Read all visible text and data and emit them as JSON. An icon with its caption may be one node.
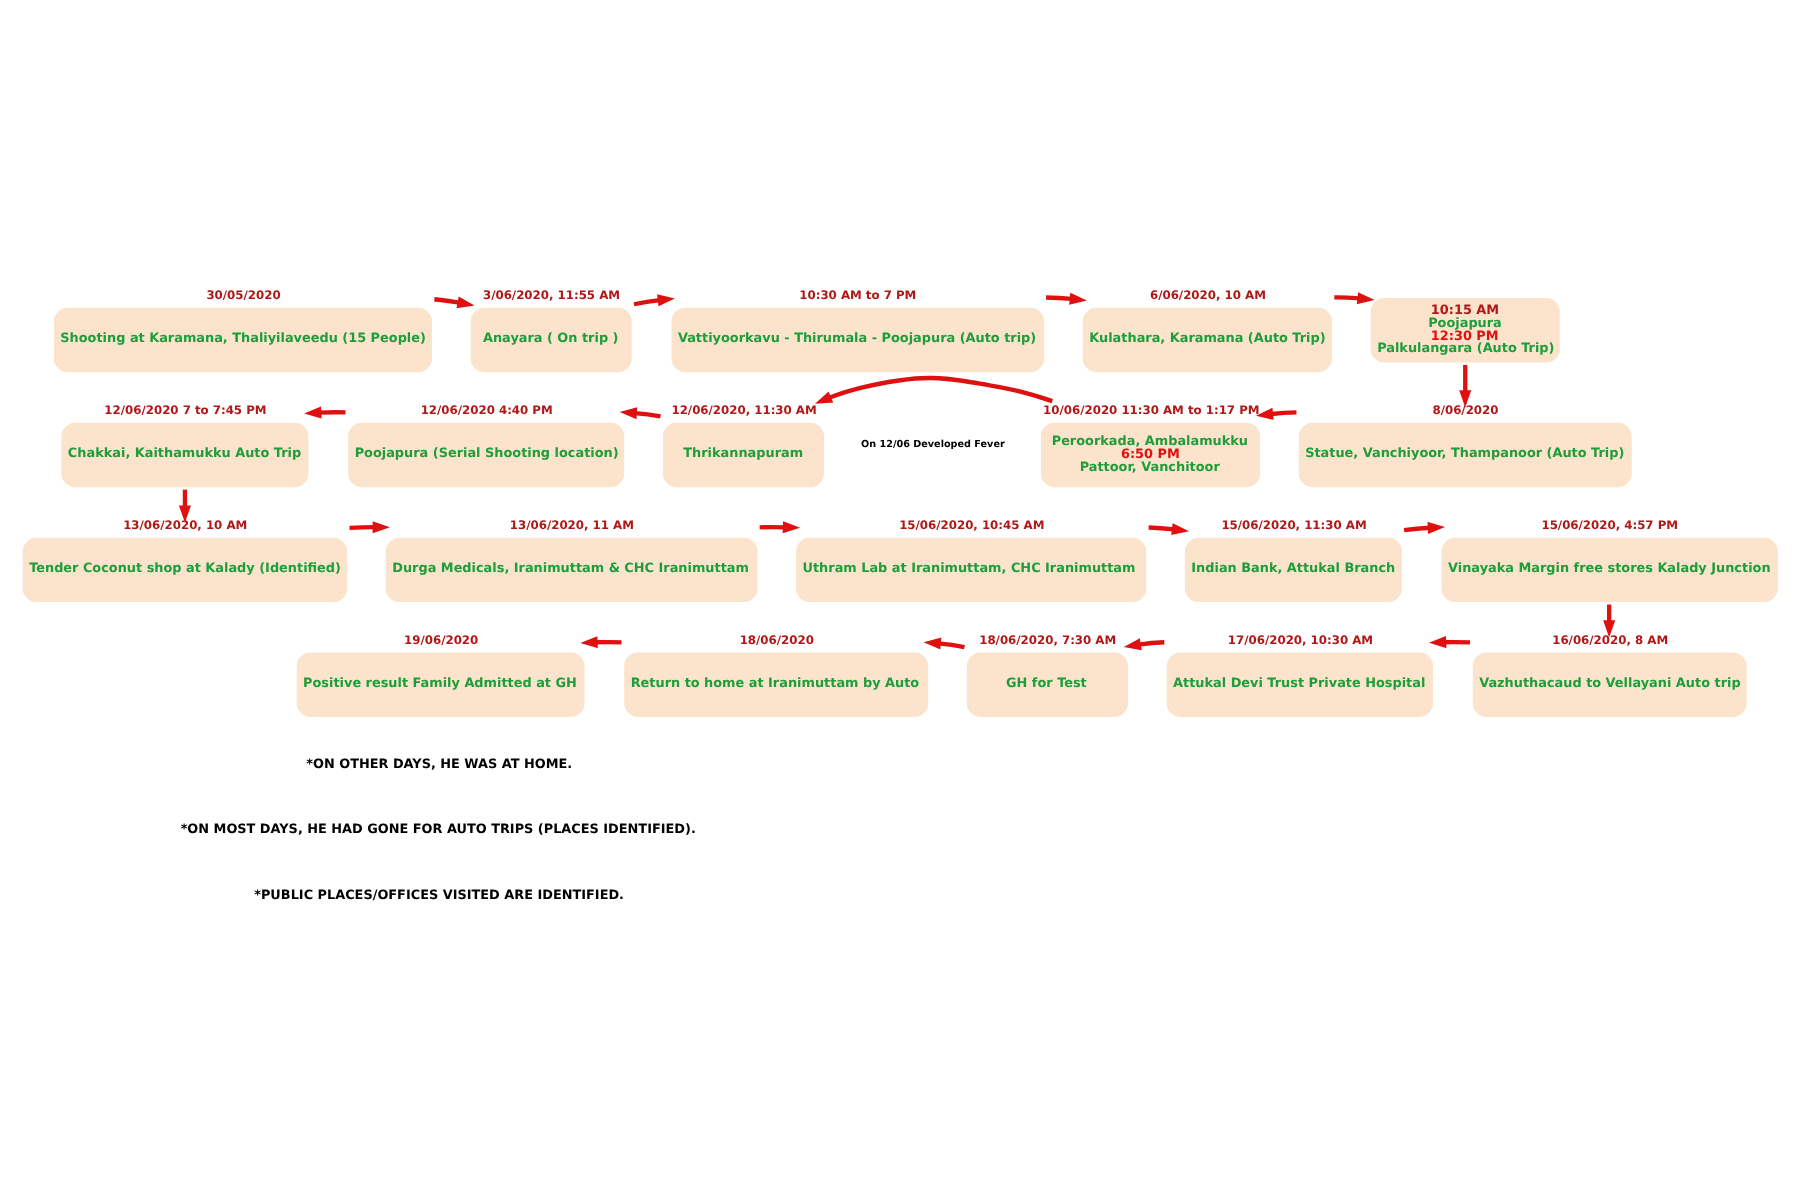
{
  "diagram": {
    "nodes": [
      {
        "text": [
          "Shooting at Karamana, Thaliyilaveedu (15 People)"
        ],
        "beside": [
          "30/05/2020"
        ]
      },
      {
        "text": [
          "Anayara ( On trip )"
        ],
        "beside": [
          "3/06/2020, 11:55 AM"
        ]
      },
      {
        "text": [
          "Vattiyoorkavu - Thirumala - Poojapura (Auto trip)"
        ],
        "beside": [
          "10:30 AM to 7 PM"
        ]
      },
      {
        "text": [
          "Kulathara, Karamana (Auto Trip)"
        ],
        "beside": [
          "6/06/2020, 10 AM"
        ]
      },
      {
        "text": [
          "10:15 AM",
          "Poojapura",
          "12:30 PM",
          "Palkulangara (Auto Trip)"
        ]
      },
      {
        "text": [
          "Statue, Vanchiyoor, Thampanoor (Auto Trip)"
        ],
        "beside": [
          "8/06/2020"
        ]
      },
      {
        "text": [
          "Peroorkada, Ambalamukku",
          "6:50 PM",
          "Pattoor, Vanchitoor"
        ],
        "beside": [
          "10/06/2020 11:30 AM to 1:17 PM"
        ]
      },
      {
        "text": [
          "Thrikannapuram"
        ],
        "beside": [
          "12/06/2020, 11:30 AM"
        ]
      },
      {
        "text": [
          "Poojapura (Serial Shooting location)"
        ],
        "beside": [
          "12/06/2020 4:40 PM"
        ]
      },
      {
        "text": [
          "Chakkai, Kaithamukku Auto Trip"
        ],
        "beside": [
          "12/06/2020 7 to 7:45 PM"
        ]
      },
      {
        "text": [
          "Tender Coconut shop at Kalady (Identified)"
        ],
        "beside": [
          "13/06/2020, 10 AM"
        ]
      },
      {
        "text": [
          "Durga Medicals, Iranimuttam & CHC Iranimuttam"
        ],
        "beside": [
          "13/06/2020, 11 AM"
        ]
      },
      {
        "text": [
          "Uthram Lab at Iranimuttam, CHC Iranimuttam"
        ],
        "beside": [
          "15/06/2020, 10:45 AM"
        ]
      },
      {
        "text": [
          "Indian Bank, Attukal Branch"
        ],
        "beside": [
          "15/06/2020, 11:30 AM"
        ]
      },
      {
        "text": [
          "Vinayaka Margin free stores Kalady Junction"
        ],
        "beside": [
          "15/06/2020, 4:57 PM"
        ]
      },
      {
        "text": [
          "Vazhuthacaud to Vellayani Auto trip"
        ],
        "beside": [
          "16/06/2020, 8 AM"
        ]
      },
      {
        "text": [
          "Attukal Devi Trust Private Hospital"
        ],
        "beside": [
          "17/06/2020, 10:30 AM"
        ]
      },
      {
        "text": [
          "GH for Test"
        ],
        "beside": [
          "18/06/2020, 7:30 AM"
        ]
      },
      {
        "text": [
          "Return to home at Iranimuttam by Auto"
        ],
        "beside": [
          "18/06/2020"
        ]
      },
      {
        "text": [
          "Positive result Family Admitted at GH"
        ],
        "beside": [
          "19/06/2020"
        ]
      }
    ],
    "edges": [
      {
        "from": 0,
        "to": 1,
        "arrow": "to"
      },
      {
        "from": 1,
        "to": 2,
        "arrow": "to"
      },
      {
        "from": 2,
        "to": 3,
        "arrow": "to"
      },
      {
        "from": 3,
        "to": 4,
        "arrow": "to"
      },
      {
        "from": 4,
        "to": 5,
        "arrow": "to"
      },
      {
        "from": 5,
        "to": 6,
        "arrow": "to"
      },
      {
        "from": 6,
        "to": 7,
        "arrow": "to"
      },
      {
        "from": 7,
        "to": 8,
        "arrow": "to"
      },
      {
        "from": 8,
        "to": 9,
        "arrow": "to"
      },
      {
        "from": 9,
        "to": 10,
        "arrow": "to"
      },
      {
        "from": 10,
        "to": 11,
        "arrow": "to"
      },
      {
        "from": 11,
        "to": 12,
        "arrow": "to"
      },
      {
        "from": 12,
        "to": 13,
        "arrow": "to"
      },
      {
        "from": 13,
        "to": 14,
        "arrow": "to"
      },
      {
        "from": 14,
        "to": 15,
        "arrow": "to"
      },
      {
        "from": 15,
        "to": 16,
        "arrow": "to"
      },
      {
        "from": 16,
        "to": 17,
        "arrow": "to"
      },
      {
        "from": 17,
        "to": 18,
        "arrow": "to"
      },
      {
        "from": 18,
        "to": 19,
        "arrow": "to"
      }
    ],
    "labels": [
      "On 12/06 Developed Fever",
      "*ON OTHER DAYS, HE WAS AT HOME.",
      "*ON MOST DAYS, HE HAD GONE FOR AUTO TRIPS (PLACES IDENTIFIED).",
      "*PUBLIC PLACES/OFFICES VISITED ARE IDENTIFIED."
    ]
  }
}
